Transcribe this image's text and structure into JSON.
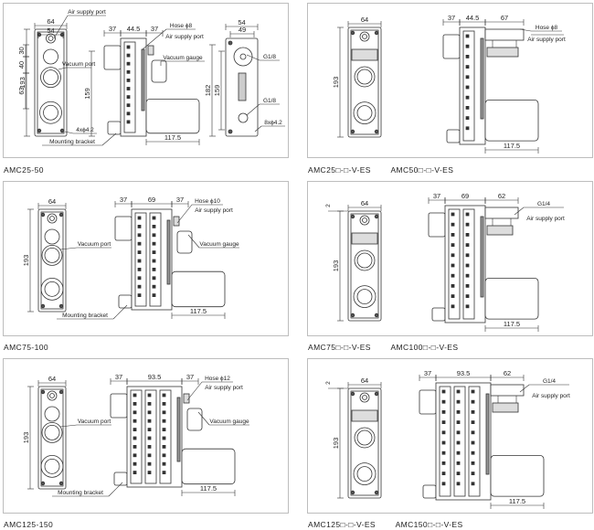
{
  "panels": [
    {
      "caption": "AMC25-50",
      "type": "with-rear-view",
      "sections": 1,
      "labels": {
        "front_width": "64",
        "front_inner_width": "54",
        "height": "193",
        "dim_30": "30",
        "dim_40": "40",
        "dim_63": "63",
        "dim_159": "159",
        "air_supply_port": "Air supply port",
        "vacuum_port": "Vacuum port",
        "holes": "4xϕ4.2",
        "mounting_bracket": "Mounting bracket",
        "side_left": "37",
        "side_mid": "44.5",
        "side_right": "37",
        "hose": "Hose ϕ8",
        "side_air_supply_port": "Air supply port",
        "vacuum_gauge": "Vacuum gauge",
        "cylinder_length": "117.5",
        "rear_width": "54",
        "rear_inner_width": "49",
        "rear_height": "182",
        "rear_159": "159",
        "port_top": "G1/8",
        "port_bottom": "G1/8",
        "rear_holes": "8xϕ4.2"
      }
    },
    {
      "caption": "AMC25□-□-V-ES        AMC50□-□-V-ES",
      "type": "ejector",
      "sections": 1,
      "labels": {
        "front_width": "64",
        "height": "193",
        "side_left": "37",
        "side_mid": "44.5",
        "side_right": "67",
        "hose": "Hose ϕ8",
        "side_air_supply_port": "Air supply port",
        "cylinder_length": "117.5"
      }
    },
    {
      "caption": "AMC75-100",
      "type": "standard",
      "sections": 2,
      "labels": {
        "front_width": "64",
        "height": "193",
        "vacuum_port": "Vacuum port",
        "mounting_bracket": "Mounting bracket",
        "side_left": "37",
        "side_mid": "69",
        "side_right": "37",
        "hose": "Hose ϕ10",
        "side_air_supply_port": "Air supply port",
        "vacuum_gauge": "Vacuum gauge",
        "cylinder_length": "117.5"
      }
    },
    {
      "caption": "AMC75□-□-V-ES        AMC100□-□-V-ES",
      "type": "ejector",
      "sections": 2,
      "labels": {
        "front_width": "64",
        "height": "193",
        "offset": "2",
        "side_left": "37",
        "side_mid": "69",
        "side_right": "62",
        "port": "G1/4",
        "side_air_supply_port": "Air supply port",
        "cylinder_length": "117.5"
      }
    },
    {
      "caption": "AMC125-150",
      "type": "standard",
      "sections": 3,
      "labels": {
        "front_width": "64",
        "height": "193",
        "vacuum_port": "Vacuum port",
        "mounting_bracket": "Mounting bracket",
        "side_left": "37",
        "side_mid": "93.5",
        "side_right": "37",
        "hose": "Hose ϕ12",
        "side_air_supply_port": "Air supply port",
        "vacuum_gauge": "Vacuum gauge",
        "cylinder_length": "117.5"
      }
    },
    {
      "caption": "AMC125□-□-V-ES        AMC150□-□-V-ES",
      "type": "ejector",
      "sections": 3,
      "labels": {
        "front_width": "64",
        "height": "193",
        "offset": "2",
        "side_left": "37",
        "side_mid": "93.5",
        "side_right": "62",
        "port": "G1/4",
        "side_air_supply_port": "Air supply port",
        "cylinder_length": "117.5"
      }
    }
  ]
}
